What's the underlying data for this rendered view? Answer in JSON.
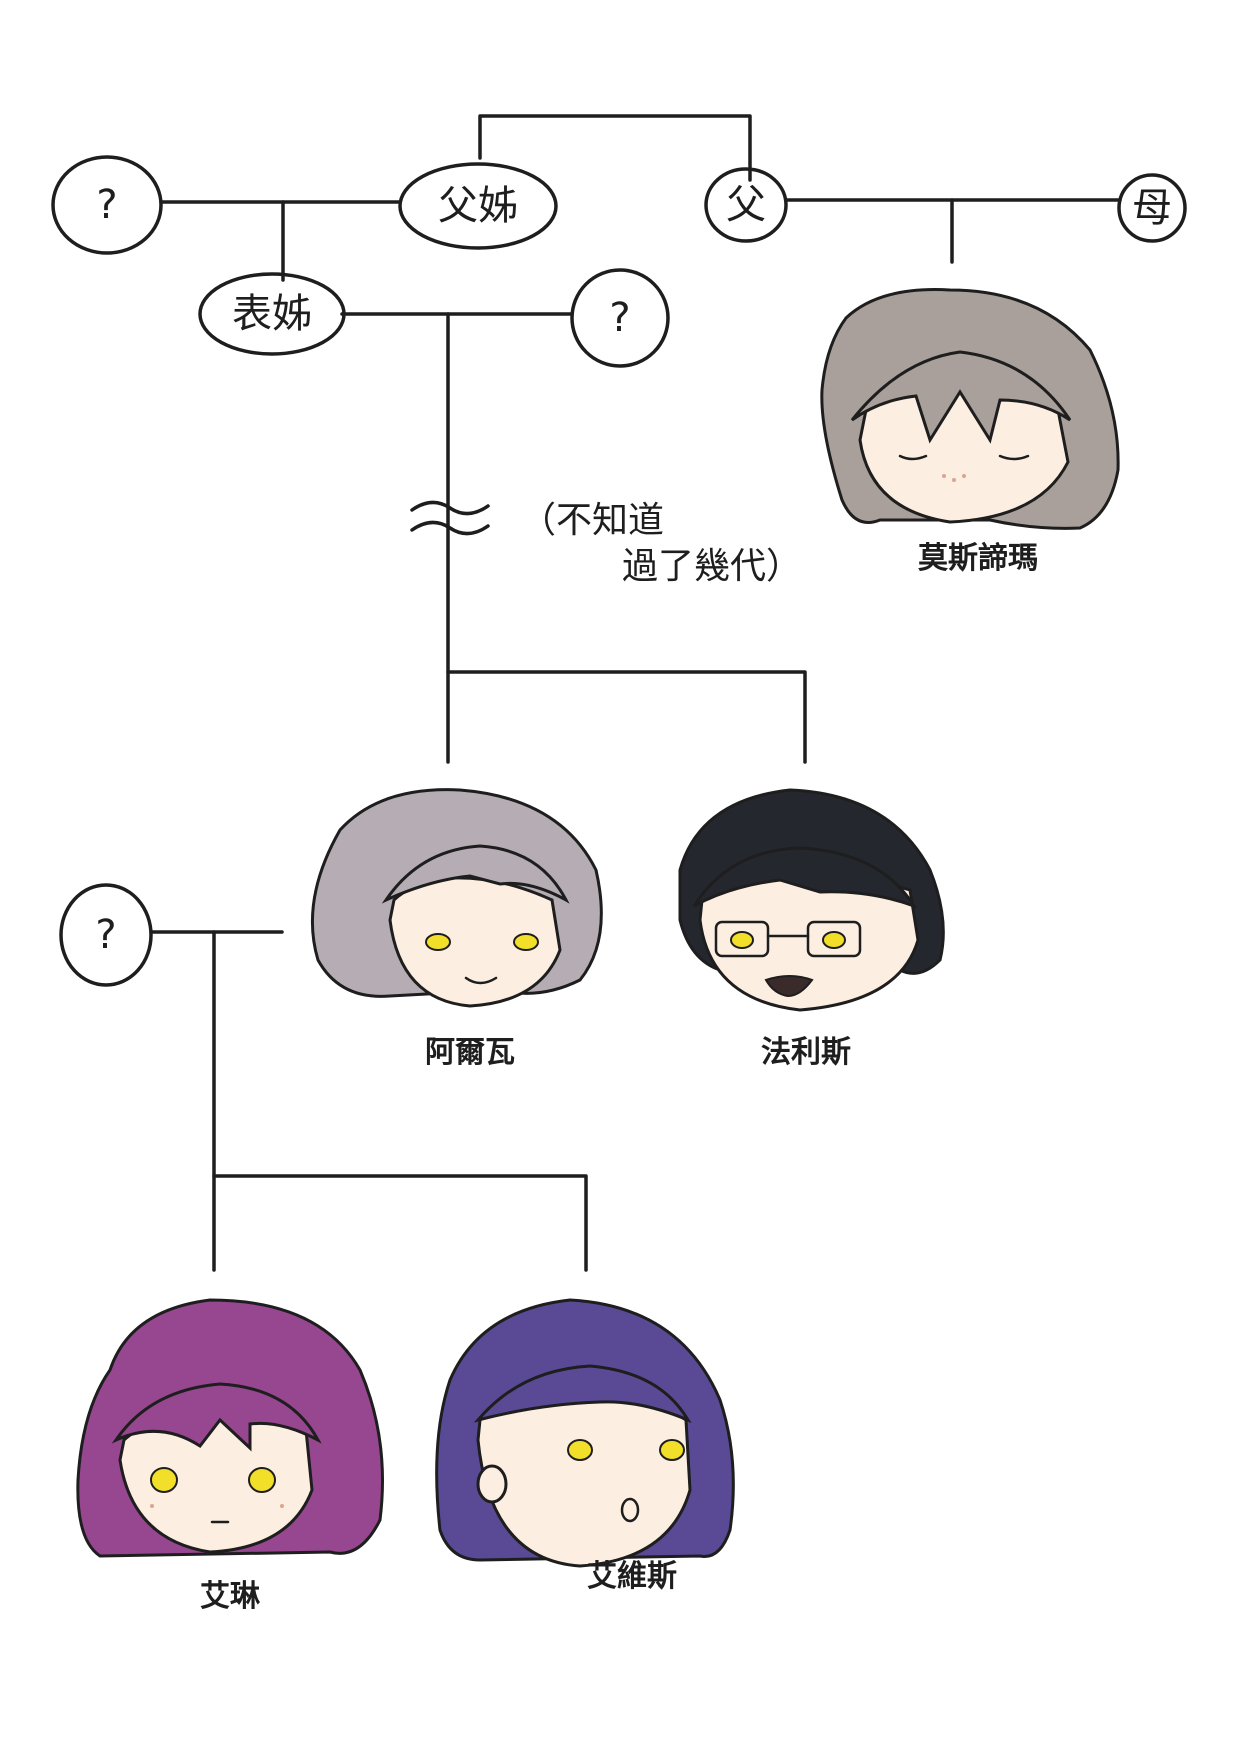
{
  "nodes": {
    "unknown_top_left": "?",
    "paternal_aunt": "父姊",
    "father": "父",
    "mother": "母",
    "cousin": "表姊",
    "unknown_cousin_spouse": "?",
    "unknown_avva_spouse": "?"
  },
  "note": {
    "line1": "（不知道",
    "line2": "過了幾代）"
  },
  "people": {
    "mostima": {
      "name": "莫斯諦瑪",
      "hair_color": "#a9a09b"
    },
    "avva": {
      "name": "阿爾瓦",
      "hair_color": "#b6adb4"
    },
    "fares": {
      "name": "法利斯",
      "hair_color": "#25272f"
    },
    "erin": {
      "name": "艾琳",
      "hair_color": "#964790"
    },
    "ewes": {
      "name": "艾維斯",
      "hair_color": "#5a4a96"
    }
  },
  "colors": {
    "ink": "#1e1e1e",
    "skin": "#fdeee2",
    "eye": "#f2df2a"
  }
}
